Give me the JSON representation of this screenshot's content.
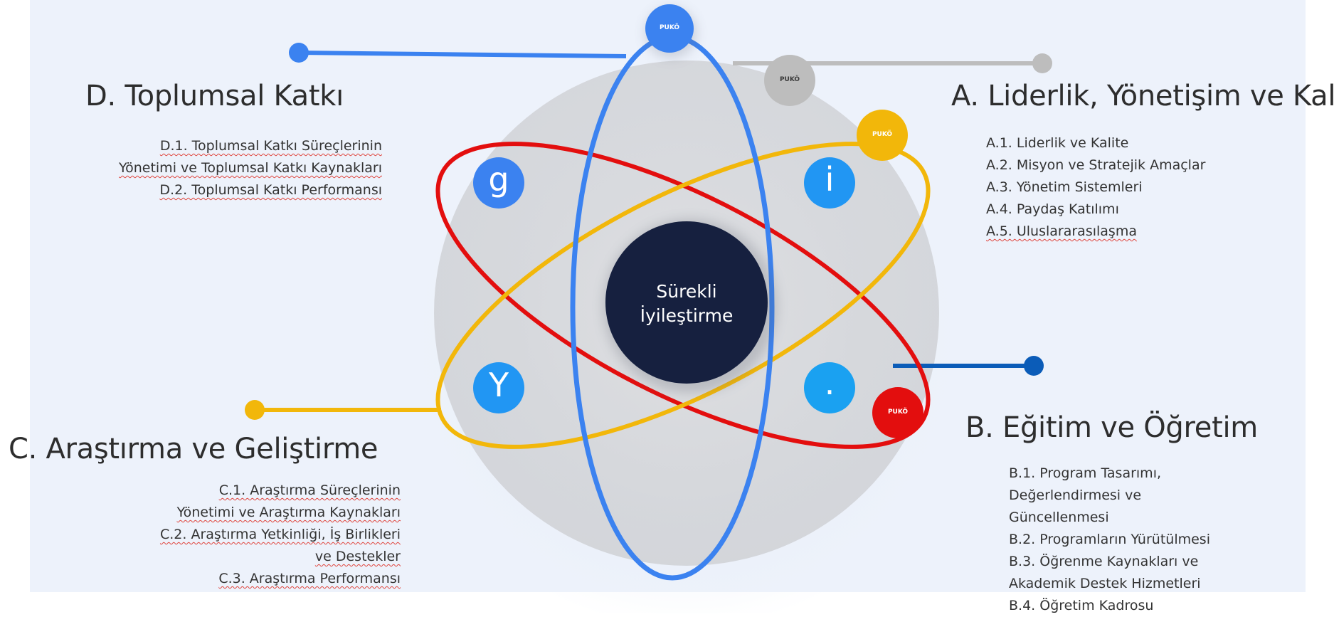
{
  "colors": {
    "blue": "#3b82f0",
    "red": "#e30e0e",
    "yellow": "#f2b70a",
    "gray_node": "#bdbdbd",
    "navy": "#16203f",
    "light_blue": "#2196f3",
    "dark_blue": "#0b5cb8"
  },
  "center": {
    "line1": "Sürekli",
    "line2": "İyileştirme"
  },
  "letters": {
    "top_left": "g",
    "top_right": "i",
    "bottom_left": "Y",
    "bottom_right": "."
  },
  "puko_labels": {
    "blue": "PUKÖ",
    "gray": "PUKÖ",
    "yellow": "PUKÖ",
    "red": "PUKÖ"
  },
  "sections": {
    "A": {
      "title": "A. Liderlik, Yönetişim ve Kalite",
      "items": [
        "A.1. Liderlik ve Kalite",
        "A.2. Misyon ve Stratejik Amaçlar",
        "A.3. Yönetim Sistemleri",
        "A.4. Paydaş Katılımı",
        "A.5. Uluslararasılaşma"
      ]
    },
    "B": {
      "title": "B. Eğitim ve Öğretim",
      "items": [
        "B.1. Program Tasarımı,",
        "Değerlendirmesi ve",
        "Güncellenmesi",
        "B.2. Programların Yürütülmesi",
        "B.3. Öğrenme Kaynakları ve",
        "Akademik Destek Hizmetleri",
        "B.4. Öğretim Kadrosu"
      ]
    },
    "C": {
      "title": "C. Araştırma ve Geliştirme",
      "items": [
        "C.1. Araştırma Süreçlerinin",
        "Yönetimi ve Araştırma Kaynakları",
        "C.2. Araştırma Yetkinliği, İş Birlikleri",
        "ve Destekler",
        "C.3. Araştırma Performansı"
      ]
    },
    "D": {
      "title": "D. Toplumsal Katkı",
      "items": [
        "D.1. Toplumsal Katkı Süreçlerinin",
        "Yönetimi ve Toplumsal Katkı Kaynakları",
        "D.2. Toplumsal Katkı Performansı"
      ]
    }
  }
}
